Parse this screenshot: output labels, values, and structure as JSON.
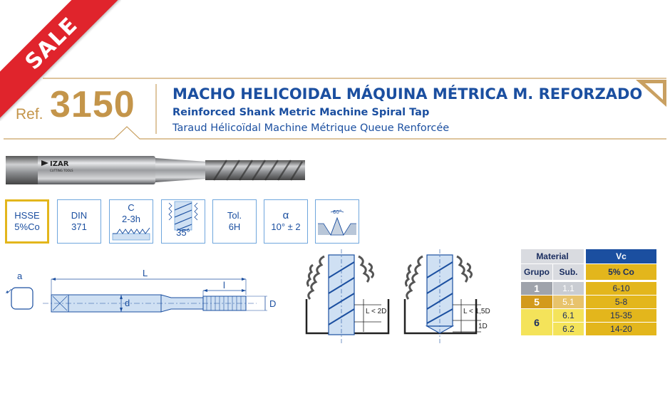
{
  "ribbon": {
    "label": "SALE"
  },
  "header": {
    "ref_label": "Ref.",
    "ref_number": "3150",
    "title_es": "MACHO HELICOIDAL MÁQUINA MÉTRICA M. REFORZADO",
    "title_en": "Reinforced Shank Metric Machine Spiral Tap",
    "title_fr": "Taraud Hélicoïdal Machine Métrique Queue Renforcée"
  },
  "product_image": {
    "brand": "IZAR",
    "brand_sub": "CUTTING TOOLS"
  },
  "specs": [
    {
      "line1": "HSSE",
      "line2": "5%Co"
    },
    {
      "line1": "DIN",
      "line2": "371"
    },
    {
      "line1": "C",
      "line2": "2-3h"
    },
    {
      "line1": "35°"
    },
    {
      "line1": "Tol.",
      "line2": "6H"
    },
    {
      "line1": "α",
      "line2": "10° ± 2"
    },
    {
      "line1": "60°"
    }
  ],
  "diagram": {
    "label_a": "a",
    "label_L": "L",
    "label_l": "l",
    "label_d": "d",
    "label_D": "D",
    "hole1_label": "L < 2D",
    "hole2_label": "L < 1,5D",
    "hole2_depth": "1D"
  },
  "table": {
    "material_header": "Material",
    "vc_header": "Vc",
    "grupo_header": "Grupo",
    "sub_header": "Sub.",
    "vc_sub_header": "5% Co",
    "rows": [
      {
        "grupo": "1",
        "sub": "1.1",
        "vc": "6-10"
      },
      {
        "grupo": "5",
        "sub": "5.1",
        "vc": "5-8"
      },
      {
        "grupo": "6",
        "sub": "6.1",
        "vc": "15-35"
      },
      {
        "grupo": "",
        "sub": "6.2",
        "vc": "14-20"
      }
    ]
  },
  "colors": {
    "ribbon": "#e0242c",
    "gold": "#c4954a",
    "blue": "#1b4fa0",
    "vc_gold": "#e3b61c"
  }
}
